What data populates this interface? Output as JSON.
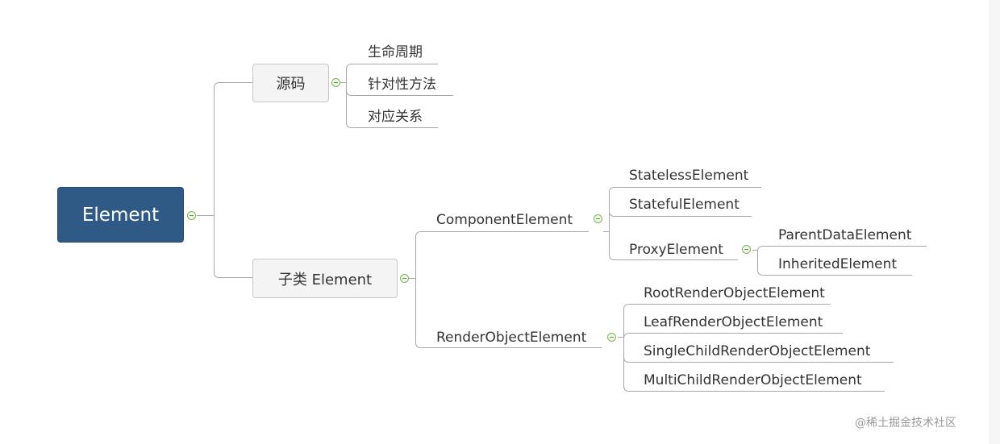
{
  "root": {
    "label": "Element"
  },
  "branches": [
    {
      "label": "源码",
      "children": [
        {
          "label": "生命周期"
        },
        {
          "label": "针对性方法"
        },
        {
          "label": "对应关系"
        }
      ]
    },
    {
      "label": "子类 Element",
      "children": [
        {
          "label": "ComponentElement",
          "children": [
            {
              "label": "StatelessElement"
            },
            {
              "label": "StatefulElement"
            },
            {
              "label": "ProxyElement",
              "children": [
                {
                  "label": "ParentDataElement"
                },
                {
                  "label": "InheritedElement"
                }
              ]
            }
          ]
        },
        {
          "label": "RenderObjectElement",
          "children": [
            {
              "label": "RootRenderObjectElement"
            },
            {
              "label": "LeafRenderObjectElement"
            },
            {
              "label": "SingleChildRenderObjectElement"
            },
            {
              "label": "MultiChildRenderObjectElement"
            }
          ]
        }
      ]
    }
  ],
  "watermark": "@稀土掘金技术社区",
  "colors": {
    "root_fill": "#2f5a86",
    "node_fill": "#f4f4f4",
    "line": "#a8a8a8",
    "collapse_icon": "#7fb35a"
  }
}
